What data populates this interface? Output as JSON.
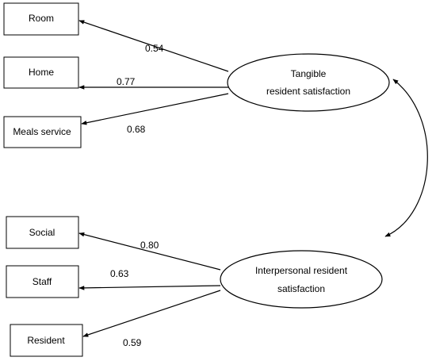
{
  "diagram": {
    "observed": {
      "room": "Room",
      "home": "Home",
      "meals": "Meals service",
      "social": "Social",
      "staff": "Staff",
      "resident": "Resident"
    },
    "latent": {
      "tangible_line1": "Tangible",
      "tangible_line2": "resident satisfaction",
      "interpersonal_line1": "Interpersonal resident",
      "interpersonal_line2": "satisfaction"
    },
    "loadings": {
      "room": "0.54",
      "home": "0.77",
      "meals": "0.68",
      "social": "0.80",
      "staff": "0.63",
      "resident": "0.59"
    }
  }
}
